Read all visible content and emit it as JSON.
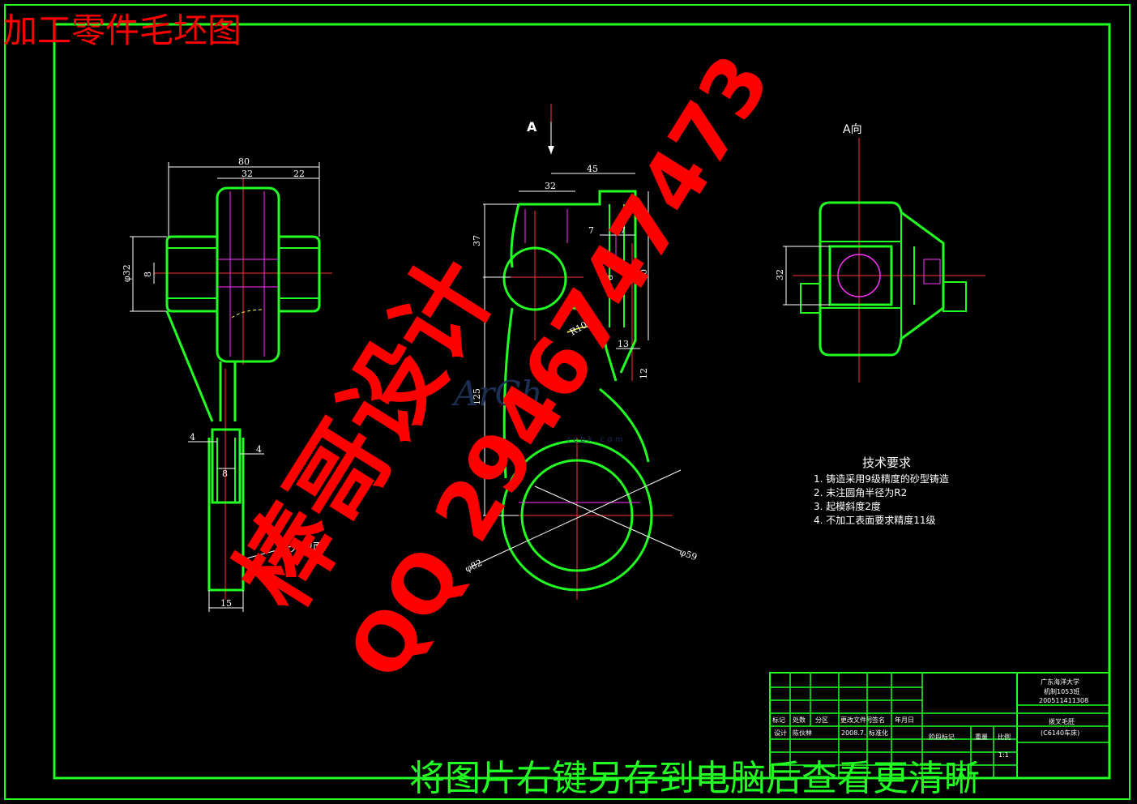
{
  "title": "加工零件毛坯图",
  "views": {
    "left": {
      "dims": {
        "d80": "80",
        "d32": "32",
        "d22": "22",
        "phi": "φ32",
        "d8v": "8",
        "d4a": "4",
        "d4b": "4",
        "d8h": "8",
        "d15": "15"
      },
      "parting_label": "分型面"
    },
    "center": {
      "label_a": "A",
      "dims": {
        "d45": "45",
        "d32": "32",
        "d17": "17",
        "d37": "37",
        "d8": "8",
        "d90": "90",
        "r10": "R10",
        "d8b": "8",
        "d13": "13",
        "d125": "125",
        "d12": "12",
        "phi82": "φ82",
        "phi59": "φ59",
        "d7": "7"
      }
    },
    "right": {
      "label": "A向",
      "dims": {
        "d32": "32"
      }
    }
  },
  "tech_requirements": {
    "heading": "技术要求",
    "items": [
      "1. 铸造采用9级精度的砂型铸造",
      "2. 未注圆角半径为R2",
      "3. 起模斜度2度",
      "4. 不加工表面要求精度11级"
    ]
  },
  "title_block": {
    "school": "广东海洋大学",
    "class": "机制1053班",
    "student_id": "200511411308",
    "part_name": "拨叉毛胚",
    "part_sub": "(C6140车床)",
    "header_labels": [
      "标记",
      "处数",
      "分区",
      "更改文件号",
      "签名",
      "年月日"
    ],
    "design_label": "设计",
    "designer": "陈伙林",
    "date": "2008.7.",
    "std_label": "标准化",
    "stage_label": "阶段标记",
    "weight_label": "重量",
    "scale_label": "比例",
    "scale": "1:1"
  },
  "watermark": {
    "line1": "棒哥设计",
    "line2": "QQ 2946747473"
  },
  "footer_text": "将图片右键另存到电脑后查看更清晰",
  "colors": {
    "background": "#000000",
    "frame": "#22ff22",
    "outline": "#22ff22",
    "centerline": "#ff3333",
    "hidden": "#ff33ff",
    "dim": "#ffffff",
    "title": "#ff0000",
    "watermark": "#ff0000",
    "footer": "#22ff22"
  }
}
